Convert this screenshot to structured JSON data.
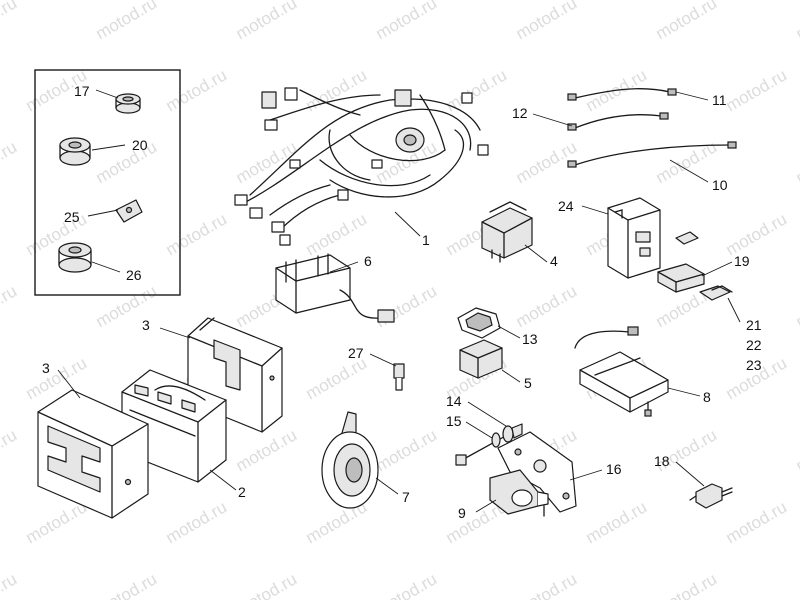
{
  "watermark": "motod.ru",
  "callouts": {
    "c1": "1",
    "c2": "2",
    "c3a": "3",
    "c3b": "3",
    "c4": "4",
    "c5": "5",
    "c6": "6",
    "c7": "7",
    "c8": "8",
    "c9": "9",
    "c10": "10",
    "c11": "11",
    "c12": "12",
    "c13": "13",
    "c14": "14",
    "c15": "15",
    "c16": "16",
    "c17": "17",
    "c18": "18",
    "c19": "19",
    "c20": "20",
    "c21": "21",
    "c22": "22",
    "c23": "23",
    "c24": "24",
    "c25": "25",
    "c26": "26",
    "c27": "27"
  }
}
